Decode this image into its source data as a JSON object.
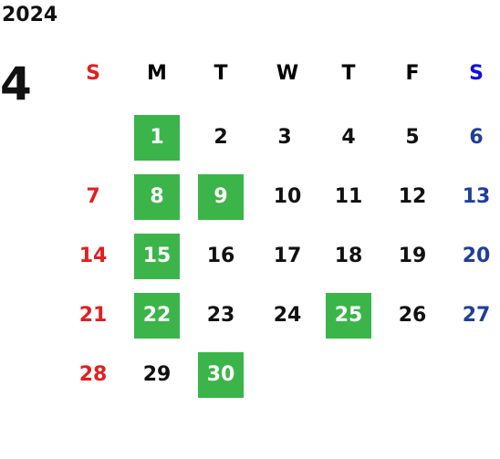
{
  "calendar": {
    "year": "2024",
    "month": "4",
    "weekdays": [
      "S",
      "M",
      "T",
      "W",
      "T",
      "F",
      "S"
    ],
    "weeks": [
      [
        "",
        "1",
        "2",
        "3",
        "4",
        "5",
        "6"
      ],
      [
        "7",
        "8",
        "9",
        "10",
        "11",
        "12",
        "13"
      ],
      [
        "14",
        "15",
        "16",
        "17",
        "18",
        "19",
        "20"
      ],
      [
        "21",
        "22",
        "23",
        "24",
        "25",
        "26",
        "27"
      ],
      [
        "28",
        "29",
        "30",
        "",
        "",
        "",
        ""
      ]
    ],
    "highlighted_days": [
      "1",
      "8",
      "9",
      "15",
      "22",
      "25",
      "30"
    ]
  },
  "colors": {
    "sunday": "#e02020",
    "saturday_header": "#1010e0",
    "saturday": "#1f3f9a",
    "highlight_bg": "#3bb54a",
    "text": "#111111"
  }
}
